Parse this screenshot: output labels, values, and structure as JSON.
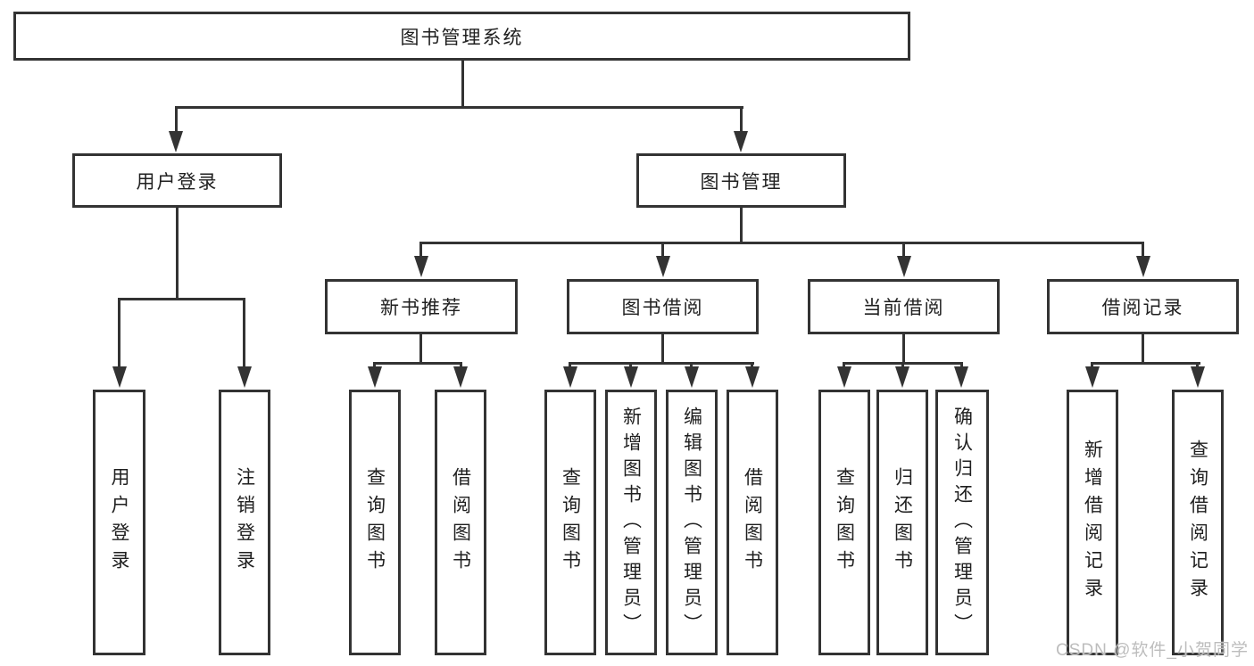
{
  "nodes": {
    "root": "图书管理系统",
    "user_login": "用户登录",
    "book_mgmt": "图书管理",
    "new_books": "新书推荐",
    "book_borrow": "图书借阅",
    "current_borrow": "当前借阅",
    "borrow_records": "借阅记录",
    "leaf_user_login": "用户登录",
    "leaf_logout": "注销登录",
    "leaf_nb_query": "查询图书",
    "leaf_nb_borrow": "借阅图书",
    "leaf_bb_query": "查询图书",
    "leaf_bb_add": "新增图书（管理员）",
    "leaf_bb_edit": "编辑图书（管理员）",
    "leaf_bb_borrow": "借阅图书",
    "leaf_cb_query": "查询图书",
    "leaf_cb_return": "归还图书",
    "leaf_cb_confirm": "确认归还（管理员）",
    "leaf_br_add": "新增借阅记录",
    "leaf_br_query": "查询借阅记录"
  },
  "watermark": "CSDN @软件_小贺同学",
  "colors": {
    "line": "#333333",
    "text": "#1f1f1f",
    "watermark": "#bdbdbd",
    "background": "#ffffff"
  }
}
